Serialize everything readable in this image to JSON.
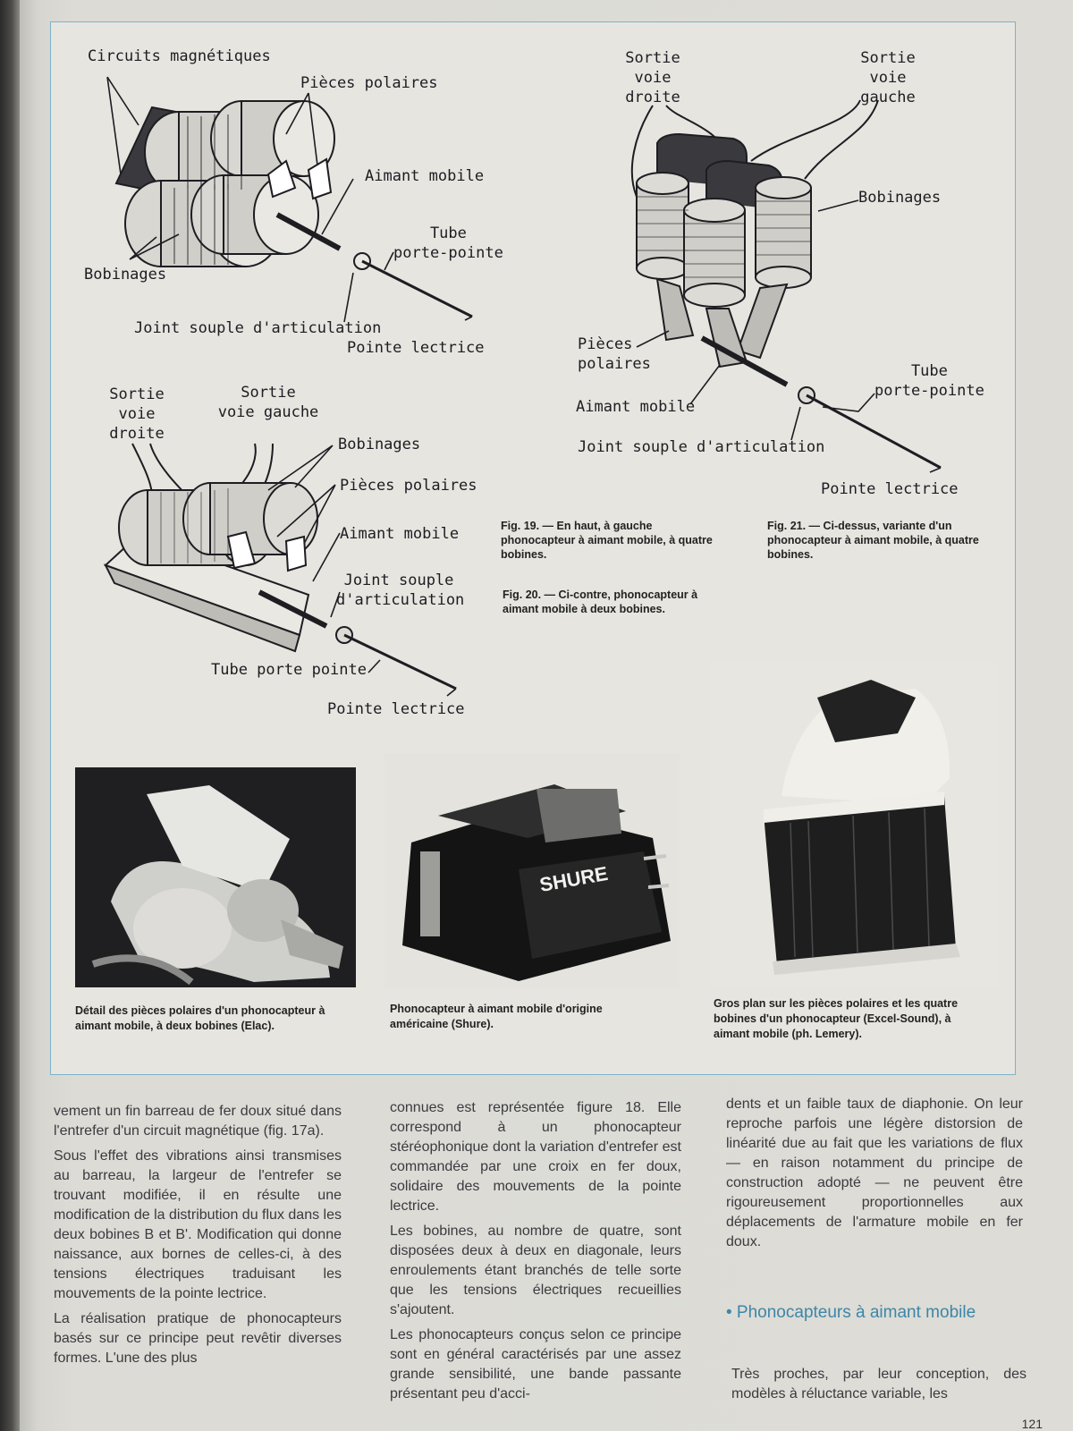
{
  "fig19": {
    "labels": {
      "circuits": "Circuits magnétiques",
      "pieces": "Pièces polaires",
      "aimant": "Aimant mobile",
      "tube": "Tube\nporte-pointe",
      "bobinages": "Bobinages",
      "joint": "Joint souple d'articulation",
      "pointe": "Pointe lectrice"
    },
    "caption": "Fig. 19. — En haut, à gauche phonocapteur à aimant mobile, à quatre bobines."
  },
  "fig20": {
    "labels": {
      "sortie_droite": "Sortie\nvoie droite",
      "sortie_gauche": "Sortie\nvoie gauche",
      "bobinages": "Bobinages",
      "pieces": "Pièces polaires",
      "aimant": "Aimant mobile",
      "joint": "Joint souple\nd'articulation",
      "tube": "Tube porte pointe",
      "pointe": "Pointe lectrice"
    },
    "caption": "Fig. 20. — Ci-contre, phonocapteur à aimant mobile à deux bobines."
  },
  "fig21": {
    "labels": {
      "sortie_droite": "Sortie\nvoie droite",
      "sortie_gauche": "Sortie\nvoie gauche",
      "bobinages": "Bobinages",
      "pieces": "Pièces\npolaires",
      "aimant": "Aimant mobile",
      "tube": "Tube\nporte-pointe",
      "joint": "Joint souple d'articulation",
      "pointe": "Pointe lectrice"
    },
    "caption": "Fig. 21. — Ci-dessus, variante d'un phonocapteur à aimant mobile, à quatre bobines."
  },
  "photos": [
    {
      "caption": "Détail des pièces polaires d'un phonocapteur à aimant mobile, à deux bobines (Elac)."
    },
    {
      "caption": "Phonocapteur à aimant mobile d'origine américaine (Shure).",
      "brand": "SHURE"
    },
    {
      "caption": "Gros plan sur les pièces polaires et les quatre bobines d'un phonocapteur (Excel-Sound), à aimant mobile (ph. Lemery)."
    }
  ],
  "columns": [
    [
      "vement un fin barreau de fer doux situé dans l'entrefer d'un circuit magnétique (fig. 17a).",
      "Sous l'effet des vibrations ainsi transmises au barreau, la largeur de l'entrefer se trouvant modifiée, il en résulte une modification de la distribution du flux dans les deux bobines B et B'. Modification qui donne naissance, aux bornes de celles-ci, à des tensions électriques traduisant les mouvements de la pointe lectrice.",
      "La réalisation pratique de phonocapteurs basés sur ce principe peut revêtir diverses formes. L'une des plus"
    ],
    [
      "connues est représentée figure 18. Elle correspond à un phonocapteur stéréophonique dont la variation d'entrefer est commandée par une croix en fer doux, solidaire des mouvements de la pointe lectrice.",
      "Les bobines, au nombre de quatre, sont disposées deux à deux en diagonale, leurs enroulements étant branchés de telle sorte que les tensions électriques recueillies s'ajoutent.",
      "Les phonocapteurs conçus selon ce principe sont en général caractérisés par une assez grande sensibilité, une bande passante présentant peu d'acci-"
    ],
    [
      "dents et un faible taux de diaphonie. On leur reproche parfois une légère distorsion de linéarité due au fait que les variations de flux — en raison notamment du principe de construction adopté — ne peuvent être rigoureusement proportionnelles aux déplacements de l'armature mobile en fer doux."
    ]
  ],
  "section_heading": "• Phonocapteurs à aimant mobile",
  "last_paragraph": "Très proches, par leur conception, des modèles à réluctance variable, les",
  "page_number": "121",
  "colors": {
    "accent": "#3d86a8",
    "frame": "#7fb2c8",
    "text": "#2a2a2e"
  }
}
